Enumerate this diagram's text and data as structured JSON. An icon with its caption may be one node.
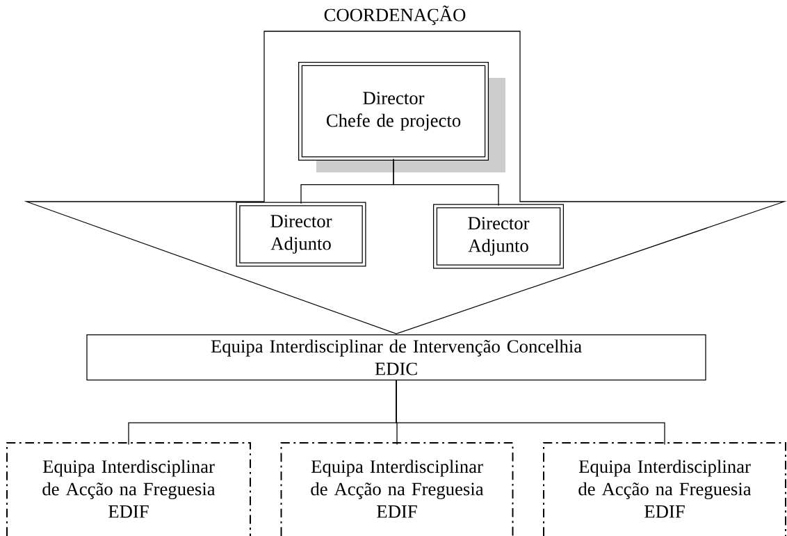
{
  "diagram": {
    "nodes": [
      {
        "text": [
          "COORDENAÇÃO"
        ]
      },
      {
        "text": [
          "Director",
          "Chefe de projecto"
        ],
        "in": 0
      },
      {
        "text": [
          "Director Adjunto"
        ],
        "in": 0
      },
      {
        "text": [
          "Director Adjunto"
        ],
        "in": 0
      },
      {
        "text": [
          "Equipa Interdisciplinar de Intervenção Concelhia",
          "EDIC"
        ]
      },
      {
        "text": [
          "Equipa Interdisciplinar de Acção na Freguesia",
          "EDIF"
        ]
      },
      {
        "text": [
          "Equipa Interdisciplinar de Acção na Freguesia",
          "EDIF"
        ]
      },
      {
        "text": [
          "Equipa Interdisciplinar de Acção na Freguesia",
          "EDIF"
        ]
      }
    ],
    "edges": [
      {
        "from": 1,
        "to": 2,
        "arrow": "none"
      },
      {
        "from": 1,
        "to": 3,
        "arrow": "none"
      },
      {
        "from": 4,
        "to": 5,
        "arrow": "none"
      },
      {
        "from": 4,
        "to": 6,
        "arrow": "none"
      },
      {
        "from": 4,
        "to": 7,
        "arrow": "none"
      }
    ]
  }
}
